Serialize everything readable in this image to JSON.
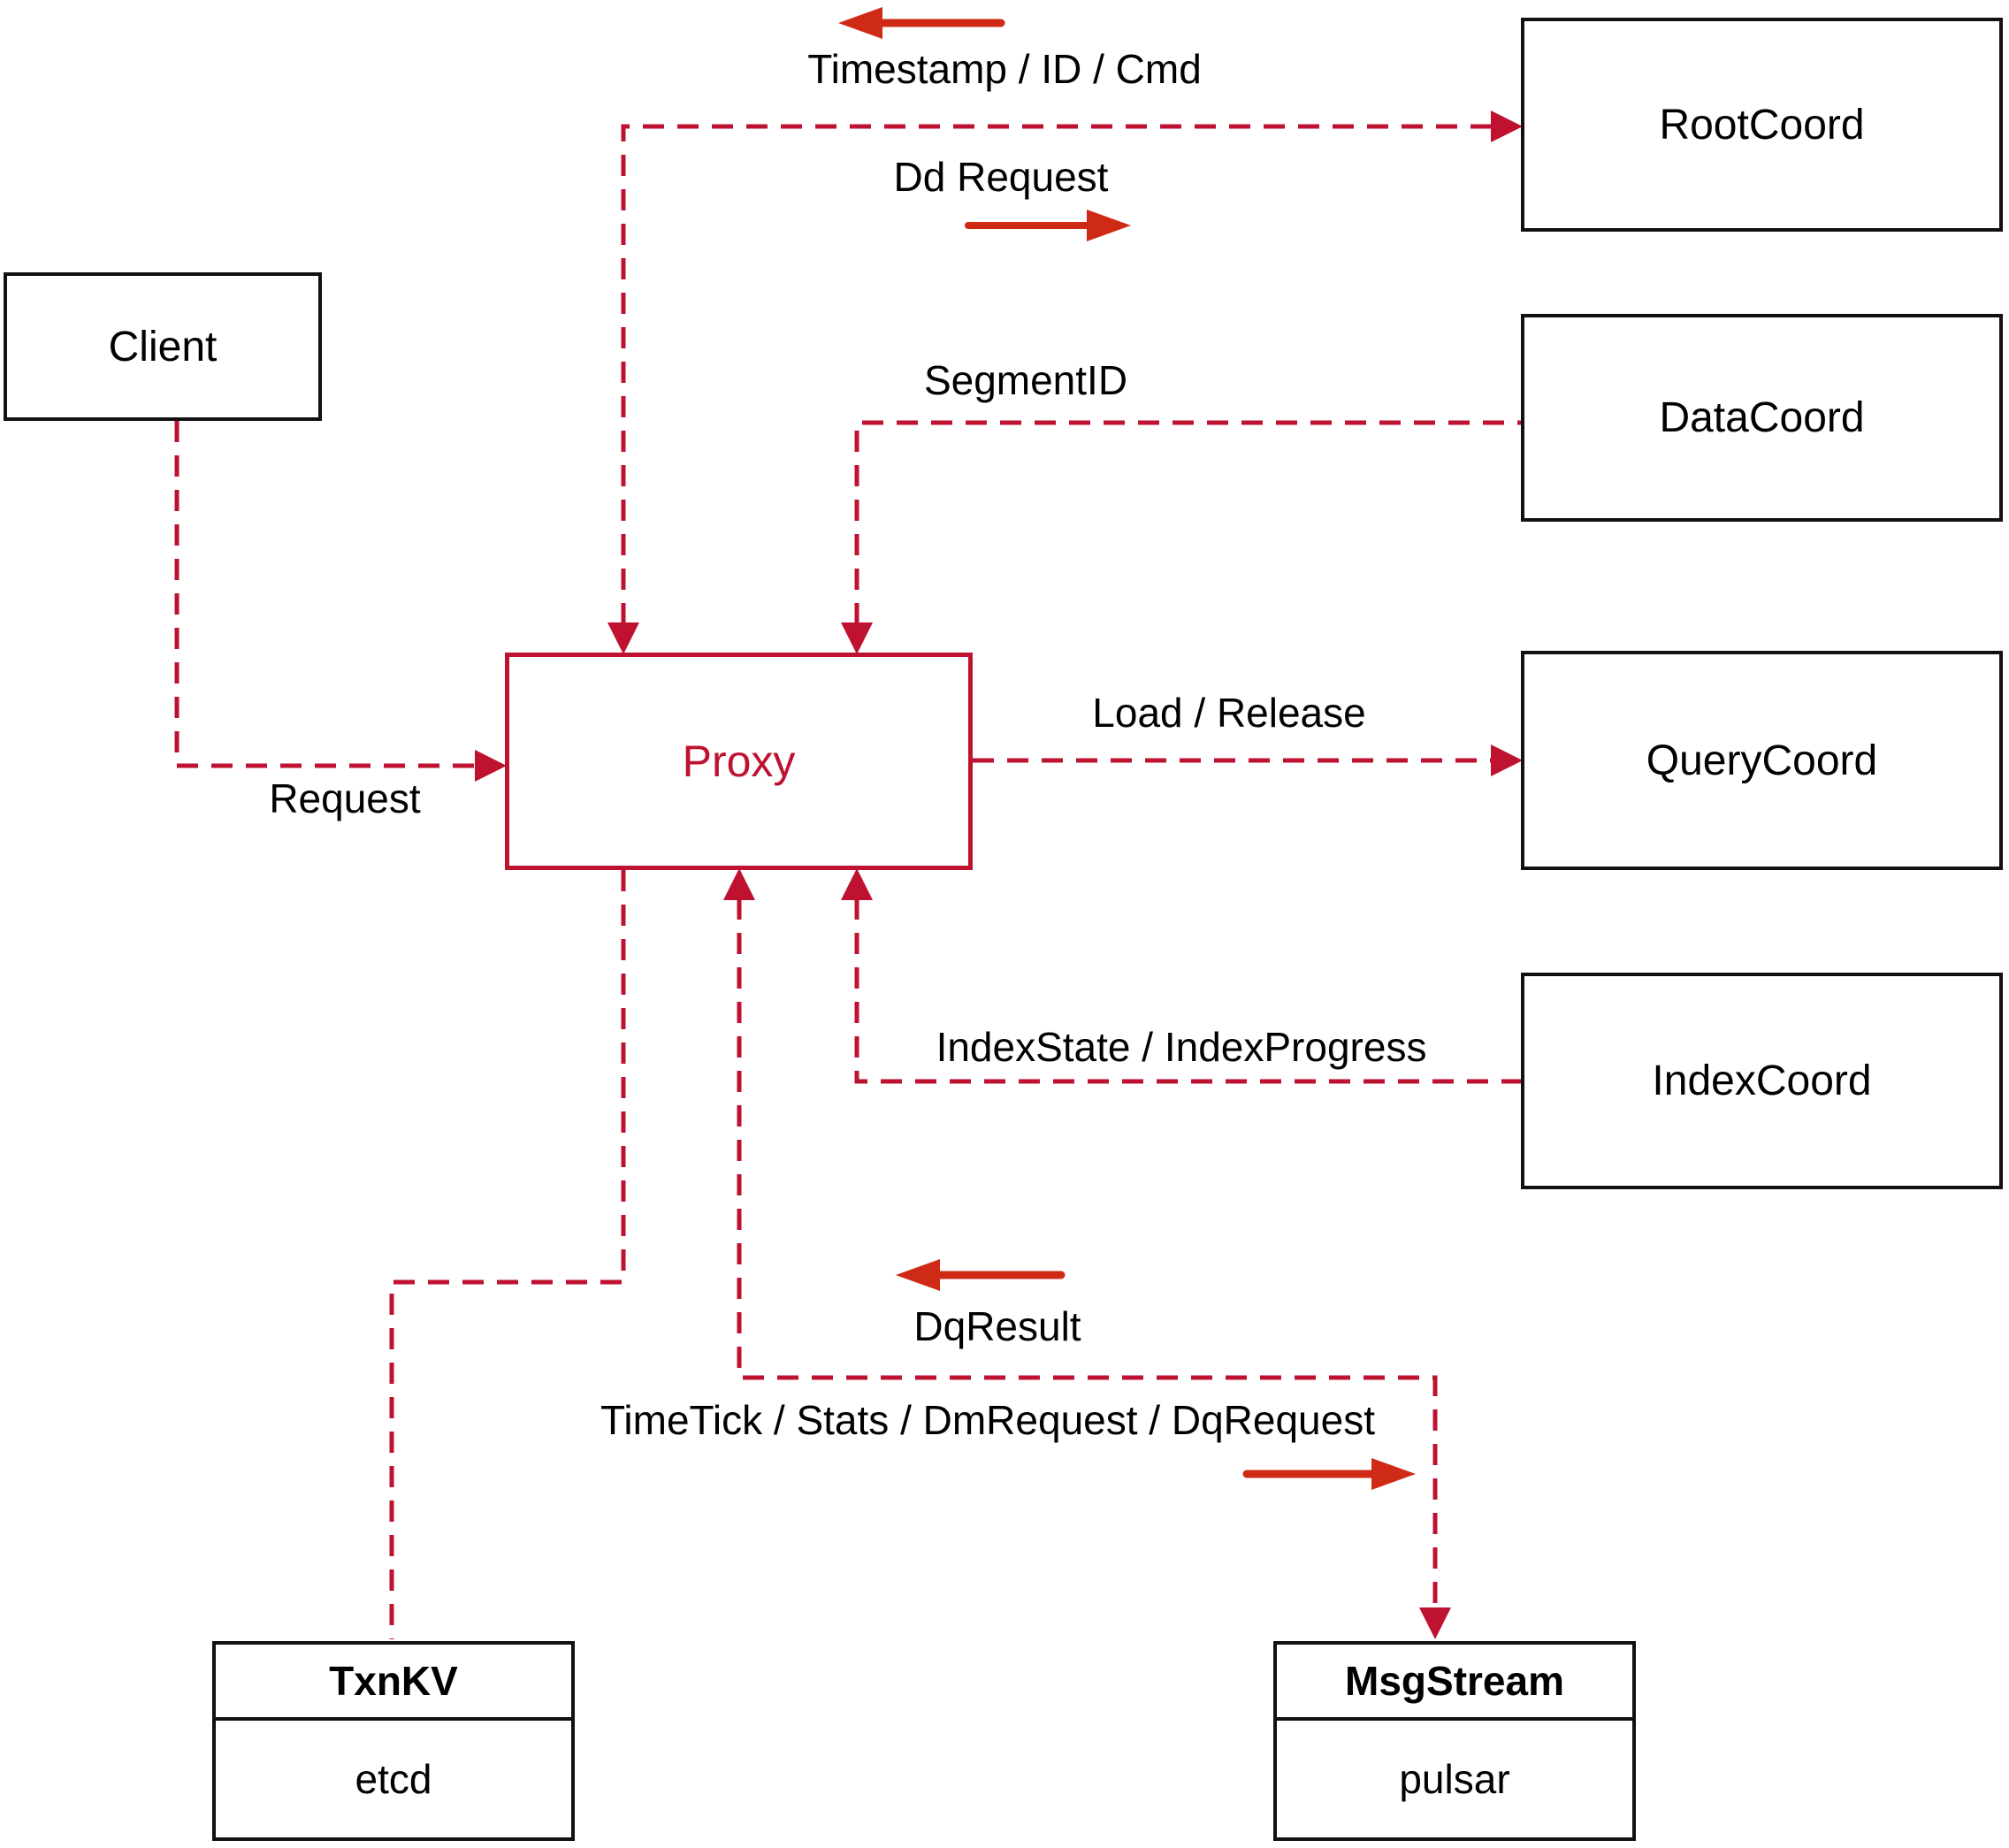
{
  "colors": {
    "dashed_red": "#be1230",
    "solid_arrow_red": "#cf2a16",
    "box_border_black": "#111111",
    "background": "#ffffff"
  },
  "nodes": {
    "client": {
      "label": "Client"
    },
    "proxy": {
      "label": "Proxy"
    },
    "root_coord": {
      "label": "RootCoord"
    },
    "data_coord": {
      "label": "DataCoord"
    },
    "query_coord": {
      "label": "QueryCoord"
    },
    "index_coord": {
      "label": "IndexCoord"
    },
    "txn_kv": {
      "title": "TxnKV",
      "body": "etcd"
    },
    "msg_stream": {
      "title": "MsgStream",
      "body": "pulsar"
    }
  },
  "edge_labels": {
    "timestamp": "Timestamp / ID / Cmd",
    "dd_request": "Dd Request",
    "segment_id": "SegmentID",
    "load_release": "Load / Release",
    "index_state": "IndexState / IndexProgress",
    "request": "Request",
    "dq_result": "DqResult",
    "time_tick": "TimeTick / Stats / DmRequest / DqRequest"
  }
}
